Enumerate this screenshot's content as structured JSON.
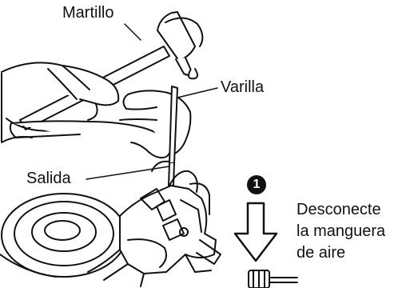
{
  "labels": {
    "hammer": "Martillo",
    "rod": "Varilla",
    "outlet": "Salida"
  },
  "step": {
    "number": "1",
    "instruction_lines": [
      "Desconecte",
      "la manguera",
      "de aire"
    ]
  },
  "icons": [
    "hammer-icon",
    "rod-icon",
    "hands-icon",
    "machine-icon",
    "down-arrow-icon",
    "air-hose-connector-icon"
  ],
  "colors": {
    "line": "#111111",
    "background": "#ffffff"
  }
}
